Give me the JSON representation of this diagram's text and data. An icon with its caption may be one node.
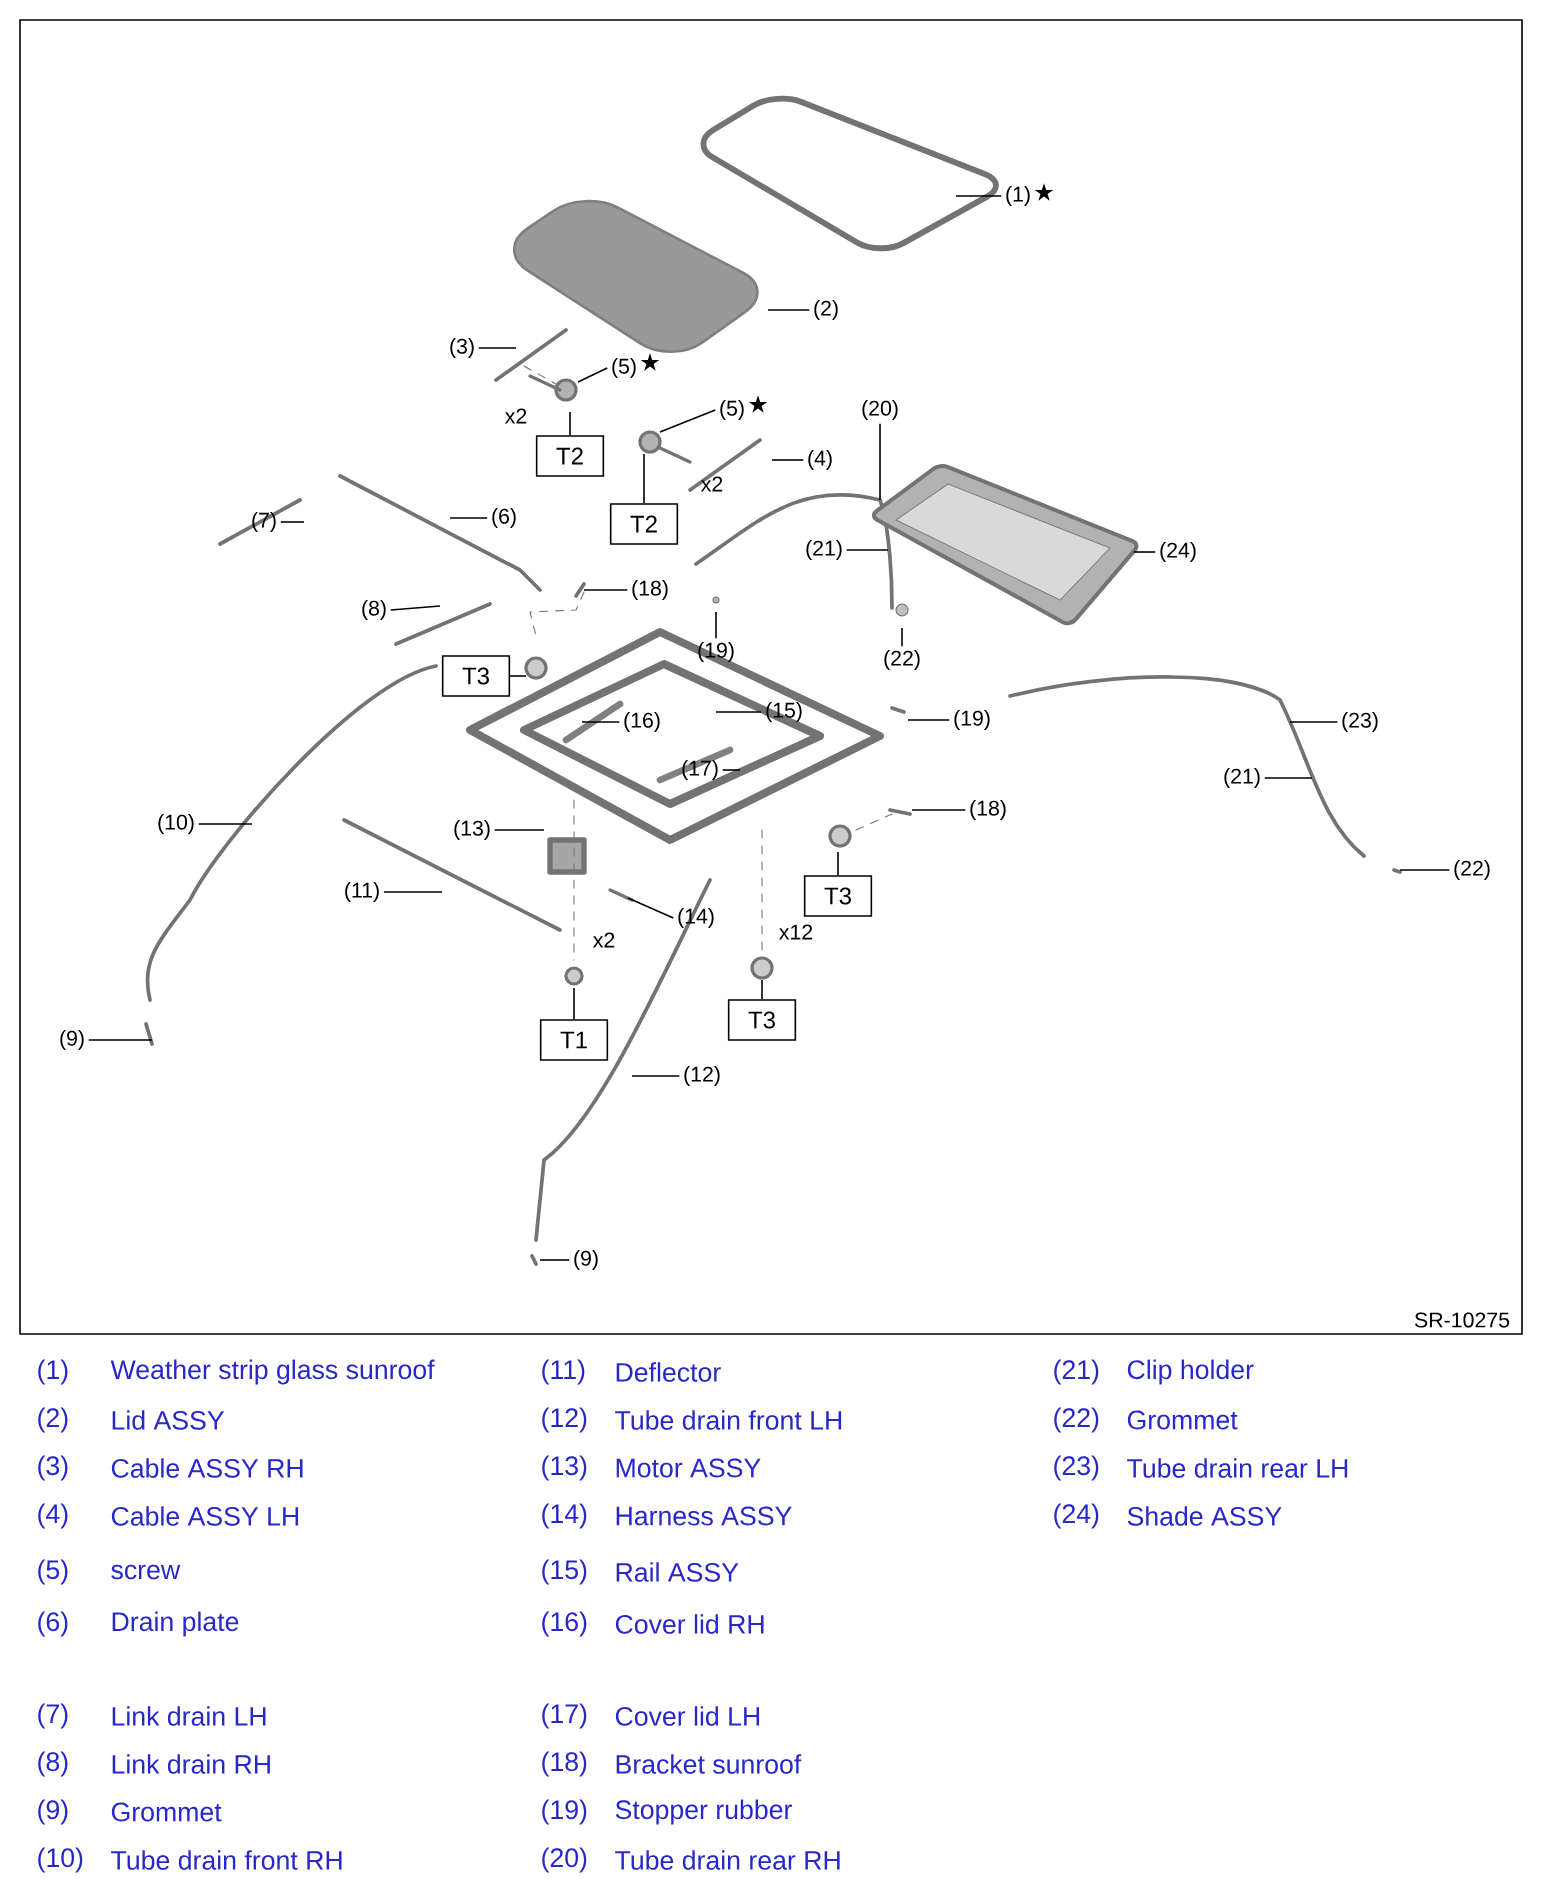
{
  "diagram": {
    "nodes": [
      {
        "text": [
          "(1)"
        ],
        "beside": [
          "★"
        ]
      },
      {
        "text": [
          "(2)"
        ]
      },
      {
        "text": [
          "(3)"
        ]
      },
      {
        "text": [
          "(5)"
        ],
        "beside": [
          "★"
        ]
      },
      {
        "text": [
          "(5)"
        ],
        "beside": [
          "★"
        ]
      },
      {
        "text": [
          "T2"
        ]
      },
      {
        "text": [
          "T2"
        ]
      },
      {
        "text": [
          "(20)"
        ]
      },
      {
        "text": [
          "(4)"
        ]
      },
      {
        "text": [
          "(21)"
        ]
      },
      {
        "text": [
          "(7)"
        ]
      },
      {
        "text": [
          "(6)"
        ]
      },
      {
        "text": [
          "(24)"
        ]
      },
      {
        "text": [
          "(18)"
        ]
      },
      {
        "text": [
          "(8)"
        ]
      },
      {
        "text": [
          "T3"
        ]
      },
      {
        "text": [
          "(19)"
        ]
      },
      {
        "text": [
          "(22)"
        ]
      },
      {
        "text": [
          "(16)"
        ]
      },
      {
        "text": [
          "(15)"
        ]
      },
      {
        "text": [
          "(19)"
        ]
      },
      {
        "text": [
          "(23)"
        ]
      },
      {
        "text": [
          "(17)"
        ]
      },
      {
        "text": [
          "(21)"
        ]
      },
      {
        "text": [
          "(18)"
        ]
      },
      {
        "text": [
          "(10)"
        ]
      },
      {
        "text": [
          "(13)"
        ]
      },
      {
        "text": [
          "T3"
        ]
      },
      {
        "text": [
          "(11)"
        ]
      },
      {
        "text": [
          "(22)"
        ]
      },
      {
        "text": [
          "(14)"
        ]
      },
      {
        "text": [
          "T1"
        ]
      },
      {
        "text": [
          "T3"
        ]
      },
      {
        "text": [
          "(9)"
        ]
      },
      {
        "text": [
          "(12)"
        ]
      },
      {
        "text": [
          "(9)"
        ]
      }
    ],
    "edges": [
      {
        "from": 0,
        "to": null,
        "arrow": "none"
      },
      {
        "from": 1,
        "to": null,
        "arrow": "none"
      },
      {
        "from": 2,
        "to": null,
        "arrow": "none"
      },
      {
        "from": 3,
        "to": null,
        "arrow": "none"
      },
      {
        "from": 4,
        "to": null,
        "arrow": "none"
      },
      {
        "from": 5,
        "to": null,
        "arrow": "none"
      },
      {
        "from": 6,
        "to": null,
        "arrow": "none"
      },
      {
        "from": 7,
        "to": null,
        "arrow": "none"
      },
      {
        "from": 8,
        "to": null,
        "arrow": "none"
      },
      {
        "from": 9,
        "to": null,
        "arrow": "none"
      },
      {
        "from": 10,
        "to": null,
        "arrow": "none"
      },
      {
        "from": 11,
        "to": null,
        "arrow": "none"
      },
      {
        "from": 12,
        "to": null,
        "arrow": "none"
      },
      {
        "from": 13,
        "to": null,
        "arrow": "none"
      },
      {
        "from": 14,
        "to": null,
        "arrow": "none"
      },
      {
        "from": 15,
        "to": null,
        "arrow": "none"
      },
      {
        "from": 16,
        "to": null,
        "arrow": "none"
      },
      {
        "from": 17,
        "to": null,
        "arrow": "none"
      },
      {
        "from": 18,
        "to": null,
        "arrow": "none"
      },
      {
        "from": 19,
        "to": null,
        "arrow": "none"
      },
      {
        "from": 20,
        "to": null,
        "arrow": "none"
      },
      {
        "from": 21,
        "to": null,
        "arrow": "none"
      },
      {
        "from": 22,
        "to": null,
        "arrow": "none"
      },
      {
        "from": 23,
        "to": null,
        "arrow": "none"
      },
      {
        "from": 24,
        "to": null,
        "arrow": "none"
      },
      {
        "from": 25,
        "to": null,
        "arrow": "none"
      },
      {
        "from": 26,
        "to": null,
        "arrow": "none"
      },
      {
        "from": 27,
        "to": null,
        "arrow": "none"
      },
      {
        "from": 28,
        "to": null,
        "arrow": "none"
      },
      {
        "from": 29,
        "to": null,
        "arrow": "none"
      },
      {
        "from": 30,
        "to": null,
        "arrow": "none"
      },
      {
        "from": 31,
        "to": null,
        "arrow": "none"
      },
      {
        "from": 32,
        "to": null,
        "arrow": "none"
      },
      {
        "from": 33,
        "to": null,
        "arrow": "none"
      },
      {
        "from": 34,
        "to": null,
        "arrow": "none"
      },
      {
        "from": 35,
        "to": null,
        "arrow": "none"
      }
    ],
    "labels": [
      "x2",
      "x2",
      "x2",
      "x12",
      "SR-10275",
      "(1)",
      "Weather strip glass sunroof",
      "(11)",
      "Deflector",
      "(21)",
      "Clip holder",
      "(2)",
      "Lid ASSY",
      "(12)",
      "Tube drain front LH",
      "(22)",
      "Grommet",
      "(3)",
      "Cable ASSY RH",
      "(13)",
      "Motor ASSY",
      "(23)",
      "Tube drain rear LH",
      "(4)",
      "Cable ASSY LH",
      "(14)",
      "Harness ASSY",
      "(24)",
      "Shade ASSY",
      "(5)",
      "screw",
      "(15)",
      "Rail ASSY",
      "(6)",
      "Drain plate",
      "(16)",
      "Cover lid RH",
      "(7)",
      "Link drain LH",
      "(17)",
      "Cover lid LH",
      "(8)",
      "Link drain RH",
      "(18)",
      "Bracket sunroof",
      "(9)",
      "Grommet",
      "(19)",
      "Stopper rubber",
      "(10)",
      "Tube drain front RH",
      "(20)",
      "Tube drain rear RH"
    ]
  }
}
